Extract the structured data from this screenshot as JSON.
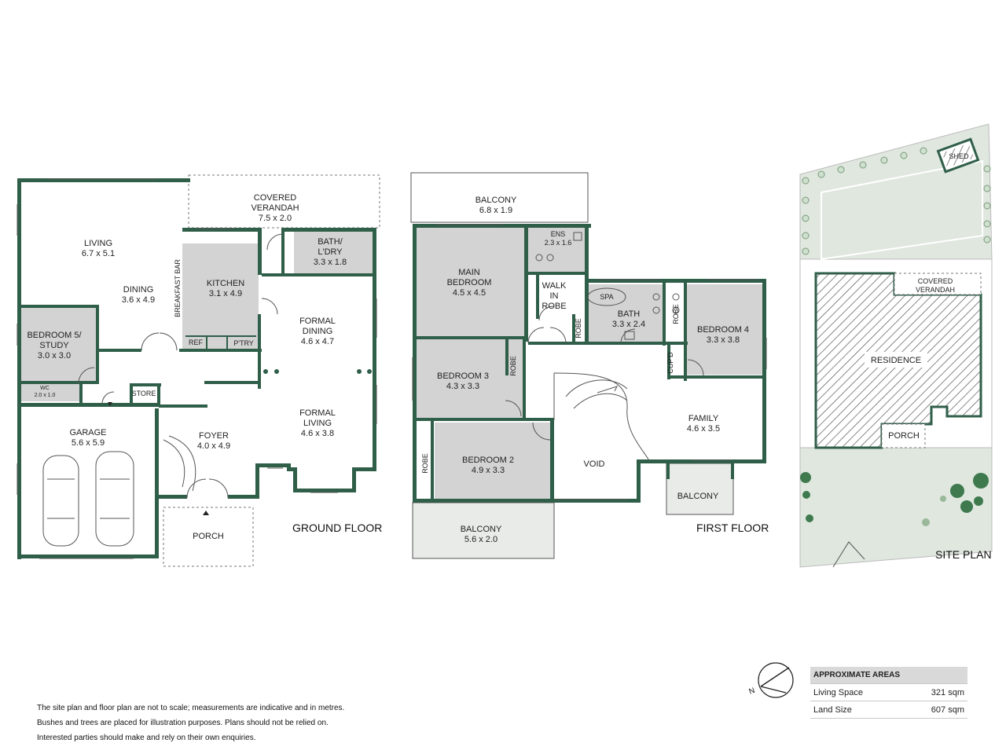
{
  "ground_floor": {
    "title": "GROUND FLOOR",
    "rooms": {
      "verandah": {
        "name": "COVERED\nVERANDAH",
        "dims": "7.5 x 2.0"
      },
      "living": {
        "name": "LIVING",
        "dims": "6.7 x 5.1"
      },
      "dining": {
        "name": "DINING",
        "dims": "3.6 x 4.9"
      },
      "kitchen": {
        "name": "KITCHEN",
        "dims": "3.1 x 4.9"
      },
      "bath_ldry": {
        "name": "BATH/\nL'DRY",
        "dims": "3.3 x 1.8"
      },
      "formal_dining": {
        "name": "FORMAL\nDINING",
        "dims": "4.6 x 4.7"
      },
      "bedroom5": {
        "name": "BEDROOM 5/\nSTUDY",
        "dims": "3.0 x 3.0"
      },
      "wc": {
        "name": "WC",
        "dims": "2.0 x 1.0"
      },
      "store": {
        "name": "STORE",
        "dims": ""
      },
      "ref": {
        "name": "REF",
        "dims": ""
      },
      "ptry": {
        "name": "P'TRY",
        "dims": ""
      },
      "garage": {
        "name": "GARAGE",
        "dims": "5.6 x 5.9"
      },
      "foyer": {
        "name": "FOYER",
        "dims": "4.0 x 4.9"
      },
      "formal_living": {
        "name": "FORMAL\nLIVING",
        "dims": "4.6 x 3.8"
      },
      "porch": {
        "name": "PORCH",
        "dims": ""
      },
      "breakfast_bar": {
        "name": "BREAKFAST BAR",
        "dims": ""
      }
    }
  },
  "first_floor": {
    "title": "FIRST FLOOR",
    "rooms": {
      "balcony_top": {
        "name": "BALCONY",
        "dims": "6.8 x 1.9"
      },
      "main_bedroom": {
        "name": "MAIN\nBEDROOM",
        "dims": "4.5 x 4.5"
      },
      "ens": {
        "name": "ENS",
        "dims": "2.3 x 1.6"
      },
      "walk_in_robe": {
        "name": "WALK\nIN\nROBE",
        "dims": ""
      },
      "spa": {
        "name": "SPA",
        "dims": ""
      },
      "bath": {
        "name": "BATH",
        "dims": "3.3 x 2.4"
      },
      "bedroom4": {
        "name": "BEDROOM 4",
        "dims": "3.3 x 3.8"
      },
      "bedroom3": {
        "name": "BEDROOM 3",
        "dims": "4.3 x 3.3"
      },
      "cupd": {
        "name": "CUP'D",
        "dims": ""
      },
      "family": {
        "name": "FAMILY",
        "dims": "4.6 x 3.5"
      },
      "bedroom2": {
        "name": "BEDROOM 2",
        "dims": "4.9 x 3.3"
      },
      "void": {
        "name": "VOID",
        "dims": ""
      },
      "balcony_right": {
        "name": "BALCONY",
        "dims": ""
      },
      "balcony_bottom": {
        "name": "BALCONY",
        "dims": "5.6 x 2.0"
      },
      "robe": {
        "name": "ROBE",
        "dims": ""
      }
    }
  },
  "site_plan": {
    "title": "SITE PLAN",
    "labels": {
      "shed": "SHED",
      "verandah": "COVERED\nVERANDAH",
      "residence": "RESIDENCE",
      "porch": "PORCH"
    }
  },
  "compass": {
    "letter": "N"
  },
  "disclaimer": [
    "The site plan and floor plan are not to scale; measurements are indicative and in metres.",
    "Bushes and trees are placed for illustration purposes. Plans should not be relied on.",
    "Interested parties should make and rely on their own enquiries."
  ],
  "areas": {
    "header": "APPROXIMATE AREAS",
    "rows": [
      {
        "label": "Living Space",
        "value": "321 sqm"
      },
      {
        "label": "Land Size",
        "value": "607 sqm"
      }
    ]
  },
  "colors": {
    "wall": "#2f5e49",
    "room_fill": "#d3d3d3",
    "site_green": "#dfe7df"
  }
}
